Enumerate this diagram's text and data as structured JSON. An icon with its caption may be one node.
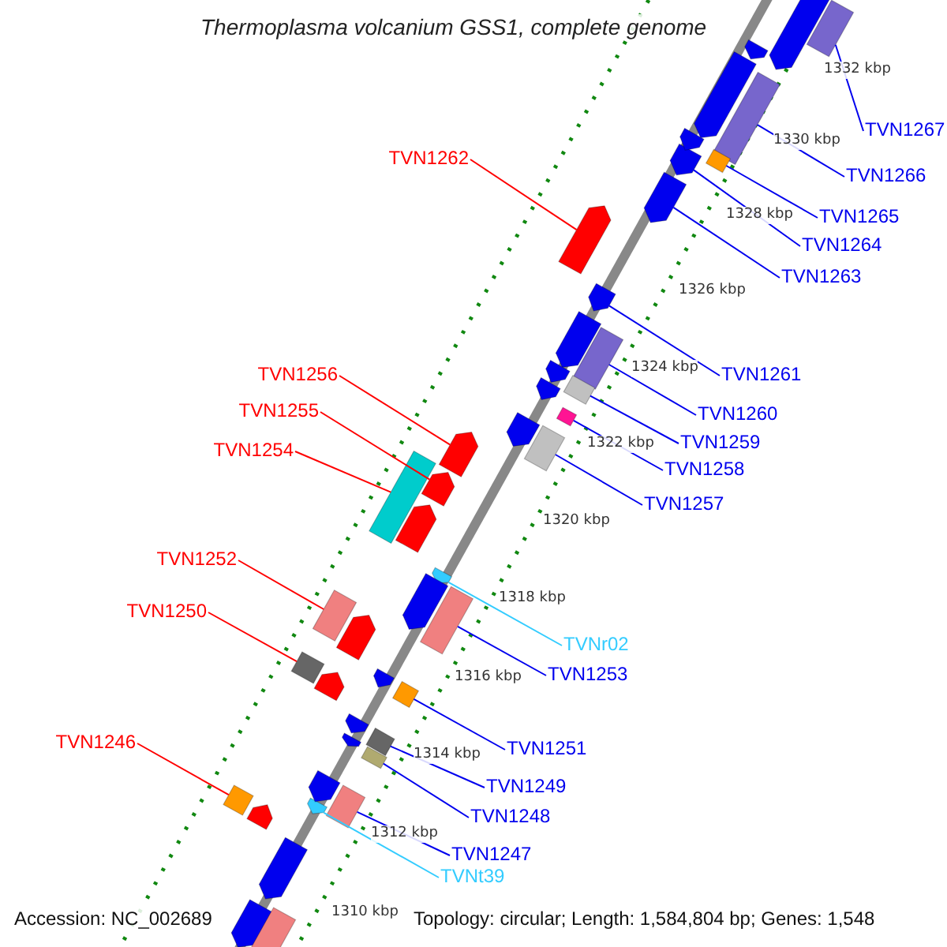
{
  "diagram": {
    "title": "Thermoplasma volcanium GSS1, complete genome",
    "nodes": [
      {
        "text": [
          "TVN1267"
        ]
      },
      {
        "text": [],
        "shape": "box"
      },
      {
        "text": [
          "TVN1262"
        ]
      },
      {
        "text": [],
        "shape": "box"
      },
      {
        "text": [
          "TVN1266"
        ]
      },
      {
        "text": [],
        "shape": "box"
      },
      {
        "text": [
          "TVN1265"
        ]
      },
      {
        "text": [],
        "shape": "box"
      },
      {
        "text": [
          "TVN1264"
        ]
      },
      {
        "text": [],
        "shape": "box"
      },
      {
        "text": [
          "TVN1263"
        ]
      },
      {
        "text": [],
        "shape": "box"
      },
      {
        "text": [
          "TVN1256"
        ]
      },
      {
        "text": [],
        "shape": "box"
      },
      {
        "text": [
          "TVN1261"
        ]
      },
      {
        "text": [],
        "shape": "box"
      },
      {
        "text": [
          "TVN1255"
        ]
      },
      {
        "text": [],
        "shape": "box"
      },
      {
        "text": [
          "TVN1260"
        ]
      },
      {
        "text": [],
        "shape": "box"
      },
      {
        "text": [
          "TVN1259"
        ]
      },
      {
        "text": [],
        "shape": "box"
      },
      {
        "text": [
          "TVN1254"
        ]
      },
      {
        "text": [],
        "shape": "box"
      },
      {
        "text": [
          "TVN1258"
        ]
      },
      {
        "text": [],
        "shape": "box"
      },
      {
        "text": [
          "TVN1257"
        ]
      },
      {
        "text": [],
        "shape": "box"
      },
      {
        "text": [
          "TVN1252"
        ]
      },
      {
        "text": [],
        "shape": "box"
      },
      {
        "text": [
          "TVN1250"
        ]
      },
      {
        "text": [],
        "shape": "box"
      },
      {
        "text": [
          "TVNr02"
        ]
      },
      {
        "text": [],
        "shape": "box"
      },
      {
        "text": [
          "TVN1253"
        ]
      },
      {
        "text": [],
        "shape": "box"
      },
      {
        "text": [
          "TVN1246"
        ]
      },
      {
        "text": [],
        "shape": "box"
      },
      {
        "text": [
          "TVN1251"
        ]
      },
      {
        "text": [],
        "shape": "box"
      },
      {
        "text": [
          "TVN1249"
        ]
      },
      {
        "text": [],
        "shape": "box"
      },
      {
        "text": [
          "TVN1248"
        ]
      },
      {
        "text": [],
        "shape": "box"
      },
      {
        "text": [
          "TVN1247"
        ]
      },
      {
        "text": [],
        "shape": "box"
      },
      {
        "text": [
          "TVNt39"
        ]
      },
      {
        "text": [],
        "shape": "box"
      },
      {
        "text": [],
        "shape": "box"
      },
      {
        "text": [],
        "shape": "box"
      },
      {
        "text": [],
        "shape": "box"
      },
      {
        "text": [],
        "shape": "box"
      },
      {
        "text": [],
        "shape": "box"
      },
      {
        "text": [],
        "shape": "box"
      },
      {
        "text": [],
        "shape": "box"
      },
      {
        "text": [],
        "shape": "box"
      },
      {
        "text": [],
        "shape": "box"
      },
      {
        "text": [],
        "shape": "box"
      },
      {
        "text": [],
        "shape": "box"
      },
      {
        "text": [],
        "shape": "box"
      },
      {
        "text": [],
        "shape": "box"
      },
      {
        "text": [],
        "shape": "box"
      },
      {
        "text": [],
        "shape": "box"
      },
      {
        "text": [],
        "shape": "box"
      },
      {
        "text": [],
        "shape": "box"
      },
      {
        "text": [],
        "shape": "box"
      },
      {
        "text": [],
        "shape": "box"
      },
      {
        "text": [],
        "shape": "box"
      }
    ],
    "edges": [
      {
        "from": 0,
        "to": 1,
        "arrow": "none"
      },
      {
        "from": 2,
        "to": 3,
        "arrow": "none",
        "color": "#ff0000"
      },
      {
        "from": 4,
        "to": 5,
        "arrow": "none"
      },
      {
        "from": 6,
        "to": 7,
        "arrow": "none"
      },
      {
        "from": 8,
        "to": 9,
        "arrow": "none"
      },
      {
        "from": 10,
        "to": 11,
        "arrow": "none"
      },
      {
        "from": 12,
        "to": 13,
        "arrow": "none",
        "color": "#ff0000"
      },
      {
        "from": 14,
        "to": 15,
        "arrow": "none"
      },
      {
        "from": 16,
        "to": 17,
        "arrow": "none",
        "color": "#ff0000"
      },
      {
        "from": 18,
        "to": 19,
        "arrow": "none"
      },
      {
        "from": 20,
        "to": 21,
        "arrow": "none"
      },
      {
        "from": 22,
        "to": 23,
        "arrow": "none",
        "color": "#ff0000"
      },
      {
        "from": 24,
        "to": 25,
        "arrow": "none"
      },
      {
        "from": 26,
        "to": 27,
        "arrow": "none"
      },
      {
        "from": 28,
        "to": 29,
        "arrow": "none",
        "color": "#ff0000"
      },
      {
        "from": 30,
        "to": 31,
        "arrow": "none",
        "color": "#ff0000"
      },
      {
        "from": 32,
        "to": 33,
        "arrow": "none",
        "color": "#33ccff"
      },
      {
        "from": 34,
        "to": 35,
        "arrow": "none"
      },
      {
        "from": 36,
        "to": 37,
        "arrow": "none",
        "color": "#ff0000"
      },
      {
        "from": 38,
        "to": 39,
        "arrow": "none"
      },
      {
        "from": 40,
        "to": 41,
        "arrow": "none"
      },
      {
        "from": 42,
        "to": 43,
        "arrow": "none"
      },
      {
        "from": 44,
        "to": 45,
        "arrow": "none"
      },
      {
        "from": 46,
        "to": 47,
        "arrow": "none",
        "color": "#33ccff"
      }
    ],
    "labels": [
      "1332 kbp",
      "1330 kbp",
      "1328 kbp",
      "1326 kbp",
      "1324 kbp",
      "1322 kbp",
      "1320 kbp",
      "1318 kbp",
      "1316 kbp",
      "1314 kbp",
      "1312 kbp",
      "1310 kbp",
      "Accession: NC_002689",
      "Topology: circular; Length: 1,584,804 bp; Genes: 1,548"
    ]
  }
}
